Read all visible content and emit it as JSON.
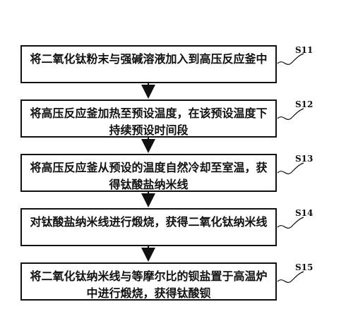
{
  "steps": [
    {
      "id": "S11",
      "text": "将二氧化钛粉末与强碱溶液加入到高压反应釜中"
    },
    {
      "id": "S12",
      "text": "将高压反应釜加热至预设温度，在该预设温度下持续预设时间段"
    },
    {
      "id": "S13",
      "text": "将高压反应釜从预设的温度自然冷却至室温，获得钛酸盐纳米线"
    },
    {
      "id": "S14",
      "text": "对钛酸盐纳米线进行煅烧，获得二氧化钛纳米线"
    },
    {
      "id": "S15",
      "text": "将二氧化钛纳米线与等摩尔比的钡盐置于高温炉中进行煅烧，获得钛酸钡"
    }
  ]
}
